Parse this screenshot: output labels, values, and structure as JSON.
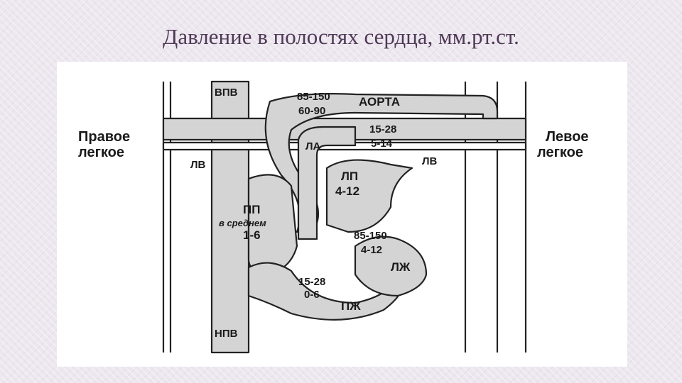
{
  "title": "Давление в полостях сердца, мм.рт.ст.",
  "diagram": {
    "svc": "ВПВ",
    "ivc": "НПВ",
    "aorta": "АОРТА",
    "aorta_pressure": {
      "top": "85-150",
      "bottom": "60-90"
    },
    "right_lung": {
      "line1": "Правое",
      "line2": "легкое"
    },
    "left_lung": {
      "line1": "Левое",
      "line2": "легкое"
    },
    "pulmonary_veins_left": "ЛВ",
    "pulmonary_veins_right": "ЛВ",
    "pulmonary_artery": "ЛА",
    "pulmonary_artery_pressure": {
      "top": "15-28",
      "bottom": "5-14"
    },
    "left_atrium": {
      "name": "ЛП",
      "pressure": "4-12"
    },
    "right_atrium": {
      "name": "ПП",
      "note": "в среднем",
      "pressure": "1-6"
    },
    "left_ventricle": {
      "name": "ЛЖ",
      "pressure_top": "85-150",
      "pressure_bottom": "4-12"
    },
    "right_ventricle": {
      "name": "ПЖ",
      "pressure_top": "15-28",
      "pressure_bottom": "0-6"
    }
  }
}
